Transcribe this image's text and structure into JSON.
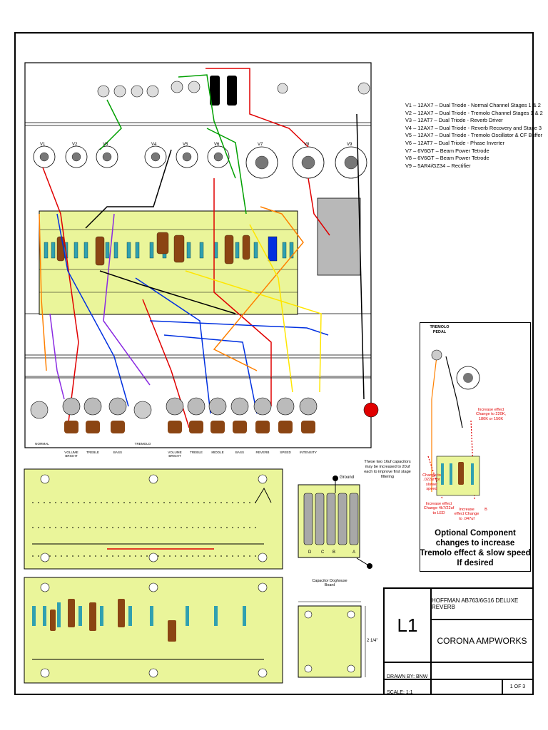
{
  "tube_list": [
    "V1 – 12AX7 – Dual Triode - Normal Channel Stages 1 & 2",
    "V2 – 12AX7 – Dual Triode - Tremolo Channel Stages 1 & 2",
    "V3 – 12AT7 – Dual Triode - Reverb Driver",
    "V4 – 12AX7 – Dual Triode - Reverb Recovery and Stage 3",
    "V5 – 12AX7 – Dual Triode - Tremolo Oscillator & CF Buffer",
    "V6 – 12AT7 – Dual Triode - Phase Inverter",
    "V7 – 6V6GT – Beam Power Tetrode",
    "V8 – 6V6GT – Beam Power Tetrode",
    "V9 – 5AR4/GZ34 – Rectifier"
  ],
  "tube_labels": [
    "V1",
    "V2",
    "V3",
    "V4",
    "V5",
    "V6",
    "V7",
    "V8",
    "V9"
  ],
  "pot_labels": [
    "NORMAL",
    "VOLUME\nBRIGHT",
    "TREBLE",
    "BASS",
    "TREMOLO",
    "VOLUME\nBRIGHT",
    "TREBLE",
    "MIDDLE",
    "BASS",
    "REVERB",
    "SPEED",
    "INTENSITY"
  ],
  "tremolo_pedal_label": "TREMOLO\nPEDAL",
  "tremolo_notes": {
    "increase_effect_1": "Increase effect Change to 220K, 180K or 150K",
    "change_slow": "Change to .022uf for slower speed",
    "increase_led": "Increase effect Change 4k7/22uf to LED",
    "increase_047": "Increase effect Change to .047uf",
    "b_label": "B"
  },
  "optional_caption": "Optional Component changes to increase Tremolo effect & slow speed If desired",
  "cap_note": "These two 16uf capacitors may be increased to 20uf each to improve first stage filtering",
  "ground_label": "Ground",
  "cap_letters": [
    "D",
    "C",
    "B",
    "A"
  ],
  "doghouse_label": "Capacitor Doghouse Board",
  "dimension_label": "2 1/4\"",
  "title_block": {
    "drawing_number": "L1",
    "title": "HOFFMAN AB763/6G16 DELUXE REVERB",
    "company": "CORONA AMPWORKS",
    "drawn_by": "DRAWN BY: BNW",
    "scale": "SCALE: 1:1",
    "sheet": "1 OF 3"
  },
  "colors": {
    "board": "#eaf59a",
    "red": "#e00000",
    "green": "#00a000",
    "blue": "#0030e0",
    "orange": "#ff8000",
    "purple": "#8a2be2",
    "yellow": "#ffe600",
    "brown": "#8b4513",
    "teal": "#30a0b0"
  }
}
